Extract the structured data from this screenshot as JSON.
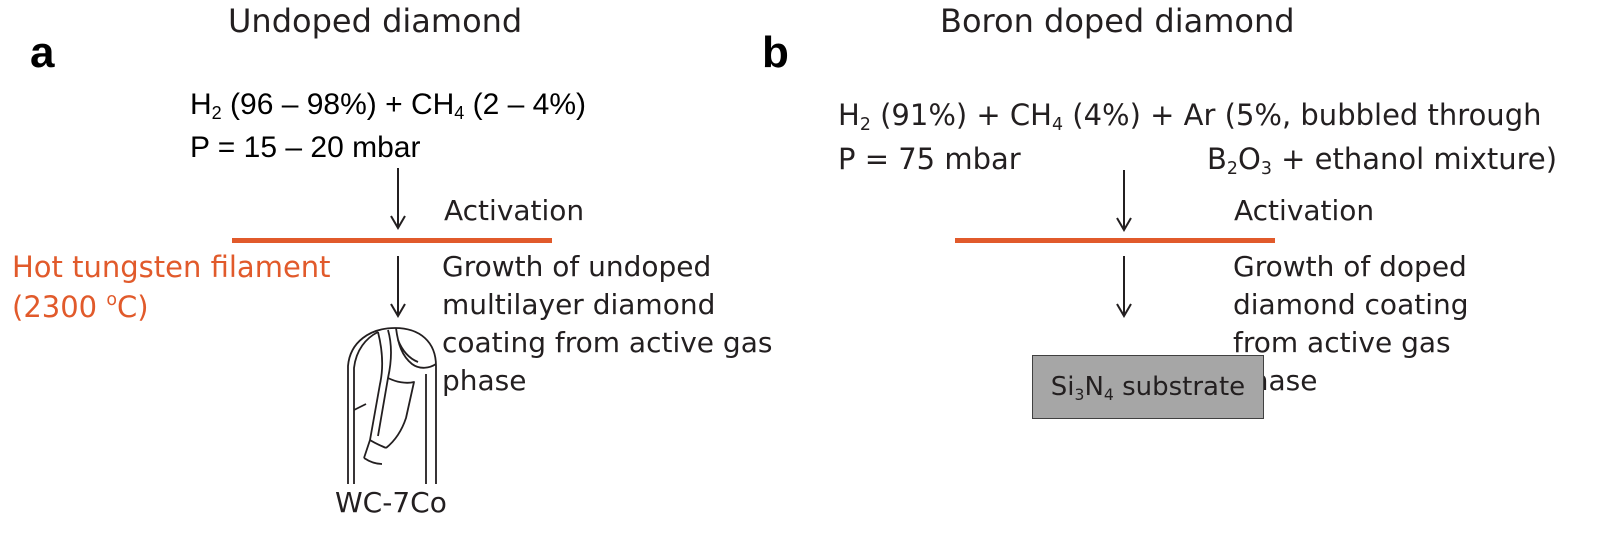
{
  "panel_a": {
    "letter": "a",
    "title": "Undoped diamond",
    "gas": {
      "h2": "H",
      "h2_sub": "2",
      "h2_pct": " (96 – 98%) + CH",
      "ch4_sub": "4",
      "ch4_pct": " (2 – 4%)",
      "pressure": "P = 15 – 20 mbar"
    },
    "activation_label": "Activation",
    "filament": {
      "label": "Hot tungsten filament",
      "temp_prefix": "(2300 ",
      "temp_sup": "o",
      "temp_suffix": "C)"
    },
    "growth_lines": [
      "Growth of undoped",
      "multilayer diamond",
      "coating from active gas",
      "phase"
    ],
    "tool_label": "WC-7Co"
  },
  "panel_b": {
    "letter": "b",
    "title": "Boron doped diamond",
    "gas": {
      "h2": "H",
      "h2_sub": "2",
      "h2_pct": " (91%) + CH",
      "ch4_sub": "4",
      "ch4_pct": " (4%) + Ar (5%, bubbled through",
      "pressure": "P = 75 mbar",
      "b_prefix": "B",
      "b_sub": "2",
      "o_prefix": "O",
      "o_sub": "3",
      "mixture_suffix": " + ethanol mixture)"
    },
    "activation_label": "Activation",
    "growth_lines": [
      "Growth of doped",
      "diamond coating",
      "from active gas",
      "phase"
    ],
    "substrate": {
      "si": "Si",
      "si_sub": "3",
      "n": "N",
      "n_sub": "4",
      "suffix": " substrate"
    }
  },
  "colors": {
    "filament": "#e15a2b",
    "substrate_fill": "#a6a6a6",
    "text": "#231f20"
  },
  "icons": [
    "down-arrow-icon",
    "end-mill-tool-icon"
  ]
}
